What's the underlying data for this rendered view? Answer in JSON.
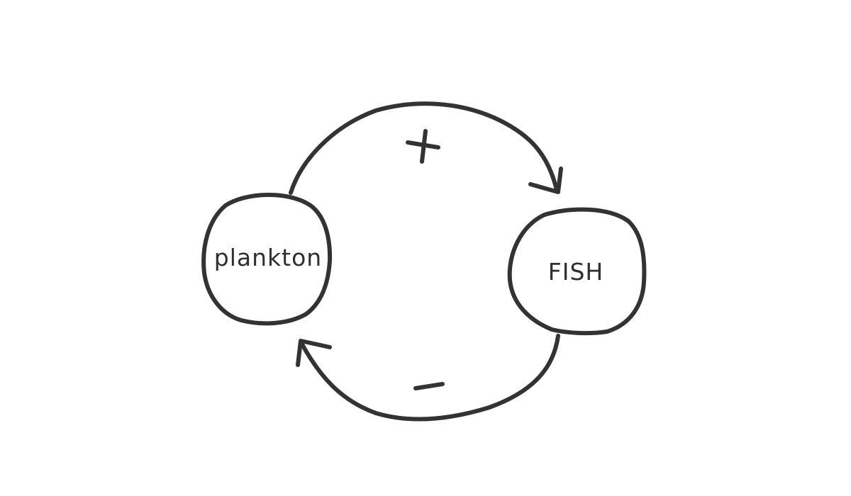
{
  "diagram": {
    "nodes": [
      {
        "id": "plankton",
        "label": "plankton"
      },
      {
        "id": "fish",
        "label": "FISH"
      }
    ],
    "edges": [
      {
        "from": "plankton",
        "to": "fish",
        "sign": "+"
      },
      {
        "from": "fish",
        "to": "plankton",
        "sign": "-"
      }
    ],
    "colors": {
      "ink": "#333333",
      "background": "#ffffff"
    }
  }
}
